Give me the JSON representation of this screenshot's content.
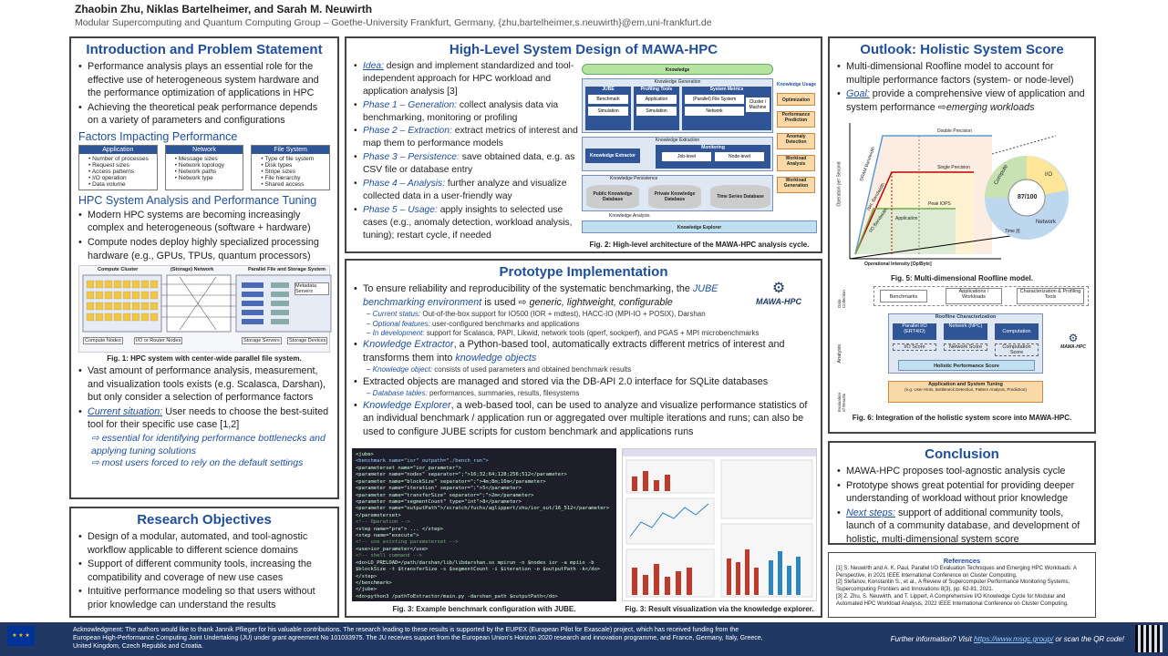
{
  "header": {
    "authors": "Zhaobin Zhu, Niklas Bartelheimer, and Sarah M. Neuwirth",
    "affiliation": "Modular Supercomputing and Quantum Computing Group – Goethe-University Frankfurt, Germany, {zhu,bartelheimer,s.neuwirth}@em.uni-frankfurt.de"
  },
  "intro": {
    "title": "Introduction and Problem Statement",
    "bullets": [
      "Performance analysis plays an essential role for the effective use of heterogeneous system hardware and the performance optimization of applications in HPC",
      "Achieving the theoretical peak performance depends on a variety of parameters and configurations"
    ],
    "factors_title": "Factors Impacting Performance",
    "factors": [
      {
        "head": "Application",
        "items": [
          "Number of processes",
          "Request sizes",
          "Access patterns",
          "I/O operation",
          "Data volume"
        ]
      },
      {
        "head": "Network",
        "items": [
          "Message sizes",
          "Network topology",
          "Network paths",
          "Network type"
        ]
      },
      {
        "head": "File System",
        "items": [
          "Type of file system",
          "Disk types",
          "Stripe sizes",
          "File hierarchy",
          "Shared access"
        ]
      }
    ],
    "hpc_title": "HPC System Analysis and Performance Tuning",
    "hpc_bullets": [
      "Modern HPC systems are becoming increasingly complex and heterogeneous (software + hardware)",
      "Compute nodes deploy highly specialized processing hardware (e.g., GPUs, TPUs, quantum processors)"
    ],
    "fig1_labels": [
      "Compute Cluster",
      "(Storage) Network",
      "Parallel File and Storage System",
      "Metadata Servers",
      "Compute Nodes",
      "I/O or Router Nodes",
      "Storage Servers",
      "Storage Devices"
    ],
    "fig1_caption": "Fig. 1: HPC system with center-wide parallel file system.",
    "more_bullets": [
      "Vast amount of performance analysis, measurement, and visualization tools exists (e.g. Scalasca, Darshan), but only consider a selection of performance factors"
    ],
    "current_key": "Current situation:",
    "current_text": " User needs to choose the best-suited tool for their specific use case [1,2]",
    "arrow1": "⇨ essential for identifying performance bottlenecks and applying tuning solutions",
    "arrow2": "⇨ most users forced to rely on the default settings"
  },
  "research": {
    "title": "Research Objectives",
    "bullets": [
      "Design of a modular, automated, and tool-agnostic workflow applicable to different science domains",
      "Support of different community tools, increasing the compatibility and coverage of new use cases",
      "Intuitive performance modeling so that users without prior knowledge can understand the results"
    ]
  },
  "design": {
    "title": "High-Level System Design of MAWA-HPC",
    "items": [
      {
        "key": "Idea:",
        "text": " design and implement standardized and tool-independent approach for HPC workload and application analysis [3]"
      },
      {
        "key": "Phase 1 – Generation:",
        "text": " collect analysis data via benchmarking, monitoring or profiling"
      },
      {
        "key": "Phase 2 – Extraction:",
        "text": " extract metrics of interest and map them to performance models"
      },
      {
        "key": "Phase 3 – Persistence:",
        "text": " save obtained data, e.g. as CSV file or database entry"
      },
      {
        "key": "Phase 4 – Analysis:",
        "text": " further analyze and visualize collected data in a user-friendly way"
      },
      {
        "key": "Phase 5 – Usage:",
        "text": " apply insights to selected use cases (e.g., anomaly detection, workload analysis, tuning); restart cycle, if needed"
      }
    ],
    "fig2": {
      "knowledge": "Knowledge",
      "usage": "Knowledge Usage",
      "generation": "Knowledge Generation",
      "jube": "JUBE",
      "profiling": "Profiling Tools",
      "sysmetrics": "System Metrics",
      "benchmark": "Benchmark",
      "simulation": "Simulation",
      "application": "Application",
      "simulation2": "Simulation",
      "pfs": "(Parallel) File System",
      "network": "Network",
      "cluster": "Cluster / Machine",
      "extraction": "Knowledge Extraction",
      "extractor": "Knowledge Extractor",
      "monitoring": "Monitoring",
      "joblevel": "Job-level",
      "nodelevel": "Node-level",
      "persistence": "Knowledge Persistence",
      "public": "Public Knowledge Database",
      "private": "Private Knowledge Database",
      "tsdb": "Time Series Database",
      "analysis": "Knowledge Analysis",
      "explorer": "Knowledge Explorer",
      "u1": "Optimization",
      "u2": "Performance Prediction",
      "u3": "Anomaly Detection",
      "u4": "Workload Analysis",
      "u5": "Workload Generation"
    },
    "fig2_caption": "Fig. 2: High-level architecture of the MAWA-HPC analysis cycle."
  },
  "prototype": {
    "title": "Prototype Implementation",
    "logo": "MAWA-HPC",
    "b1_pre": "To ensure reliability and reproducibility of the systematic benchmarking, the ",
    "b1_key": "JUBE benchmarking environment",
    "b1_mid": " is used ⇨ ",
    "b1_tail": "generic, lightweight, configurable",
    "subs1": [
      {
        "key": "Current status:",
        "text": " Out-of-the-box support for IO500 (IOR + mdtest), HACC-IO (MPI-IO + POSIX), Darshan"
      },
      {
        "key": "Optional features:",
        "text": " user-configured benchmarks and applications"
      },
      {
        "key": "In development:",
        "text": " support for Scalasca, PAPI, Likwid, network tools (qperf, sockperf), and PGAS + MPI microbenchmarks"
      }
    ],
    "b2_key": "Knowledge Extractor",
    "b2_text": ", a Python-based tool, automatically extracts different metrics of interest and transforms them into ",
    "b2_key2": "knowledge objects",
    "sub2_key": "Knowledge object:",
    "sub2_text": " consists of used parameters and obtained benchmark results",
    "b3": "Extracted objects are managed and stored via the DB-API 2.0 interface for SQLite databases",
    "sub3_key": "Database tables:",
    "sub3_text": " performances, summaries, results, filesystems",
    "b4_key": "Knowledge Explorer",
    "b4_text": ", a web-based tool, can be used to analyze and visualize performance statistics of an individual benchmark / application run or aggregated over multiple iterations and runs; can also be used to configure JUBE scripts for custom benchmark and applications runs",
    "code_lines": [
      "<jube>",
      "  <benchmark name=\"ior\" outpath=\"./bench_run\">",
      "    <parameterset name=\"ior_parameter\">",
      "      <parameter name=\"nodes\" separator=\";\">16;32;64;128;256;512</parameter>",
      "      <parameter name=\"blockSize\" separator=\";\">4m;8m;16m</parameter>",
      "      <parameter name=\"iteration\" separator=\";\">5</parameter>",
      "      <parameter name=\"transferSize\" separator=\";\">2m</parameter>",
      "      <parameter name=\"segmentCount\" type=\"int\">8</parameter>",
      "      <parameter name=\"outputPath\">/scratch/fuchs/aglippert/zhu/ior_out/16_512</parameter>",
      "    </parameterset>",
      "    <!-- Operation -->",
      "    <step name=\"pre\"> ... </step>",
      "    <step name=\"execute\">",
      "      <!-- use existing parameterset -->",
      "      <use>ior_parameter</use>",
      "      <!-- shell command -->",
      "      <do>LD_PRELOAD=/path/darshan/lib/libdarshan.so mpirun -n $nodes ior -a mpiio -b",
      "      $blockSize -t $transferSize -s $segmentCount -i $iteration -o $outputPath -k</do>",
      "    </step>",
      "  </benchmark>",
      "</jube>",
      "",
      "      <do>python3 /pathToExtractor/main.py -darshan_path $outputPath</do>"
    ],
    "fig3a_caption": "Fig. 3: Example benchmark configuration with JUBE.",
    "fig3b_caption": "Fig. 3: Result visualization via the knowledge explorer."
  },
  "outlook": {
    "title": "Outlook: Holistic System Score",
    "b1": "Multi-dimensional Roofline model to account for multiple performance factors (system- or node-level)",
    "b2_key": "Goal:",
    "b2_text": " provide a comprehensive view of application and system performance ⇨",
    "b2_tail": "emerging workloads",
    "fig5": {
      "ylabel": "Operation per Second",
      "xlabel": "Operational Intensity [Op/Byte]",
      "time": "Time [t]",
      "dp": "Double Precision",
      "sp": "Single Precision",
      "peak": "Peak IOPS",
      "app": "Application",
      "dram": "DRAM Bandwidth",
      "net": "Net. Bandwidth",
      "io": "I/O Bandwidth",
      "score": "87/100",
      "compute": "Compute",
      "iolabel": "I/O",
      "network": "Network"
    },
    "fig5_caption": "Fig. 5: Multi-dimensional Roofline model.",
    "fig6": {
      "collection": "Data Collection",
      "analysis": "Analysis",
      "evaluation": "Evaluation of Results",
      "benchmarks": "Benchmarks",
      "apps": "Applications / Workloads",
      "char": "Characterization & Profiling Tools",
      "roofline": "Roofline Characterization",
      "pio": "Parallel I/O (ERT4IO)",
      "net": "Network (NPC)",
      "comp": "Computation",
      "ioscore": "I/O Score",
      "netscore": "Network Score",
      "compscore": "Computation Score",
      "holistic": "Holistic Performance Score",
      "tuning": "Application and System Tuning",
      "tuning_sub": "(e.g. User Hints, Bottleneck Detection, Pattern Analysis, Prediction)",
      "logo": "MAWA-HPC"
    },
    "fig6_caption": "Fig. 6: Integration of the holistic system score into MAWA-HPC."
  },
  "conclusion": {
    "title": "Conclusion",
    "b1": "MAWA-HPC proposes tool-agnostic analysis cycle",
    "b2": "Prototype shows great potential for providing deeper understanding of workload without prior knowledge",
    "b3_key": "Next steps:",
    "b3_text": " support of additional community tools, launch of a community database, and development of holistic, multi-dimensional system score"
  },
  "references": {
    "title": "References",
    "items": [
      "[1] S. Neuwirth and A. K. Paul, Parallel I/O Evaluation Techniques and Emerging HPC Workloads: A Perspective, in 2021 IEEE International Conference on Cluster Computing.",
      "[2] Stefanov, Konstantin S., et al., A Review of Supercomputer Performance Monitoring Systems, Supercomputing Frontiers and Innovations 8(3), pp. 62-81, 2021.",
      "[3] Z. Zhu, S. Neuwirth, and T. Lippert, A Comprehensive I/O Knowledge Cycle for Modular and Automated HPC Workload Analysis, 2022 IEEE International Conference on Cluster Computing."
    ]
  },
  "footer": {
    "ack": "Acknowledgment: The authors would like to thank Jannik Pflieger for his valuable contributions. The research leading to these results is supported by the EUPEX (European Pilot for Exascale) project, which has received funding from the European High-Performance Computing Joint Undertaking (JU) under grant agreement No 101033975. The JU receives support from the European Union's Horizon 2020 research and innovation programme, and France, Germany, Italy, Greece, United Kingdom, Czech Republic and Croatia.",
    "more_pre": "Further information? Visit ",
    "more_link": "https://www.msqc.group/",
    "more_post": " or scan the QR code!"
  }
}
